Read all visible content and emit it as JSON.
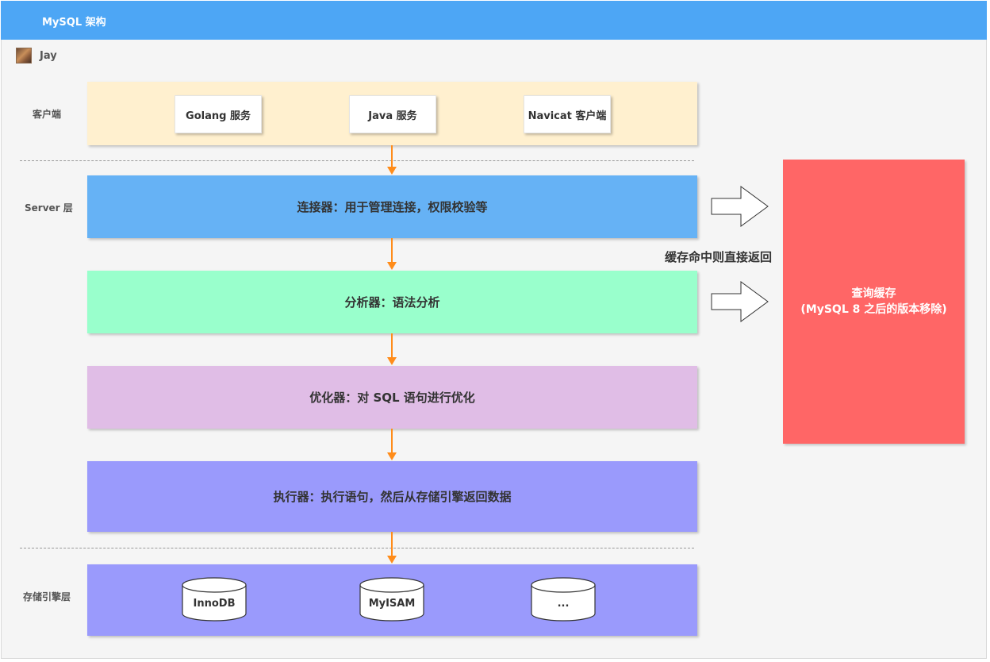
{
  "title": "MySQL 架构",
  "author": "Jay",
  "lanes": {
    "client": "客户端",
    "server": "Server 层",
    "storage": "存储引擎层"
  },
  "clients": [
    "Golang 服务",
    "Java 服务",
    "Navicat 客户端"
  ],
  "components": {
    "connector": "连接器：用于管理连接，权限校验等",
    "parser": "分析器：语法分析",
    "optimizer": "优化器：对 SQL 语句进行优化",
    "executor": "执行器：执行语句，然后从存储引擎返回数据"
  },
  "engines": [
    "InnoDB",
    "MyISAM",
    "..."
  ],
  "cache": {
    "title": "查询缓存",
    "subtitle": "(MySQL 8 之后的版本移除)",
    "note": "缓存命中则直接返回"
  },
  "colors": {
    "header": "#4da6f5",
    "client_lane": "#fff0cf",
    "connector": "#66b2f5",
    "parser": "#99ffcc",
    "optimizer": "#e0bde6",
    "executor": "#9a9afc",
    "storage_lane": "#9a9afc",
    "cache": "#ff6666",
    "flow_arrow": "#ff8c1a"
  }
}
